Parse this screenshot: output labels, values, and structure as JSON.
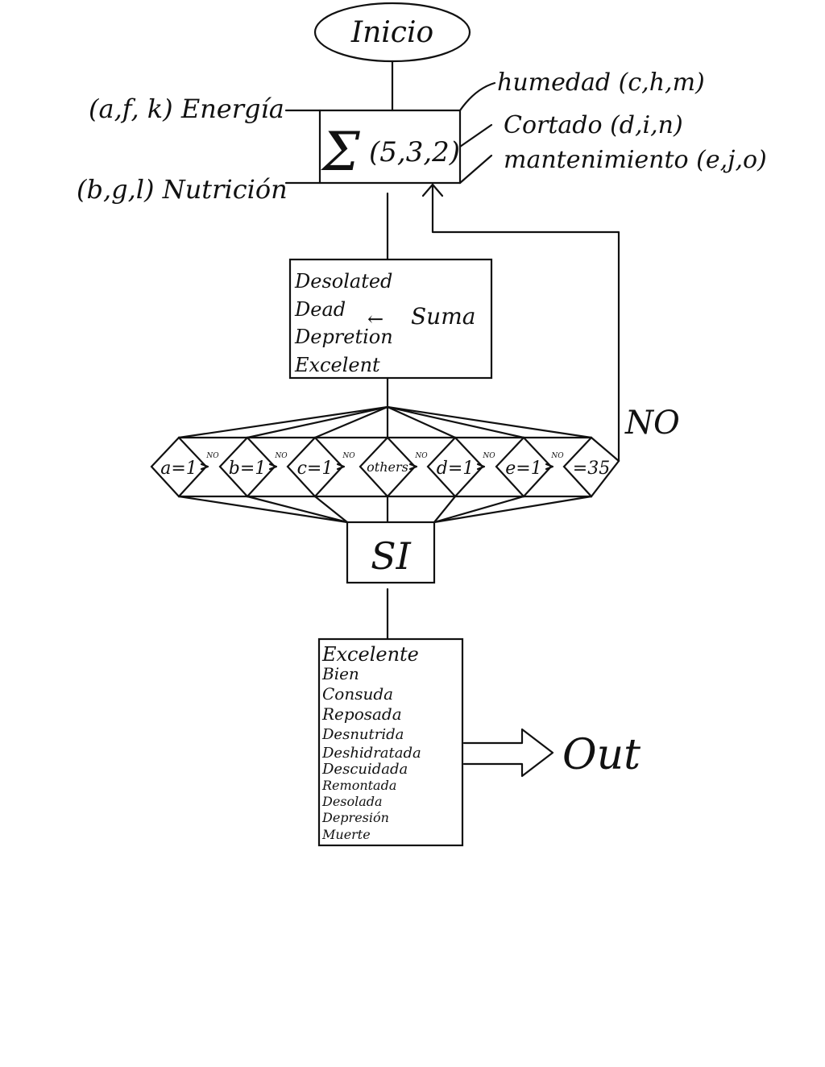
{
  "start": {
    "label": "Inicio"
  },
  "inputs": {
    "left": [
      {
        "label": "(a,f, k) Energía"
      },
      {
        "label": "(b,g,l) Nutrición"
      }
    ],
    "right": [
      {
        "label": "humedad (c,h,m)"
      },
      {
        "label": "Cortado (d,i,n)"
      },
      {
        "label": "mantenimiento (e,j,o)"
      }
    ]
  },
  "sum_box": {
    "sigma": "Σ",
    "label": "(5,3,2)"
  },
  "states_box": {
    "items": [
      "Desolated",
      "Dead",
      "Depretion",
      "Excelent"
    ],
    "note": "Suma",
    "arrow_glyph": "←"
  },
  "decisions": [
    {
      "label": "a=1"
    },
    {
      "label": "b=1"
    },
    {
      "label": "c=1"
    },
    {
      "label": "others"
    },
    {
      "label": "d=1"
    },
    {
      "label": "e=1"
    },
    {
      "label": "=35"
    }
  ],
  "edge_no_label": "NO",
  "loop_no_label": "NO",
  "yes_box": {
    "label": "SI"
  },
  "results_box": {
    "items": [
      "Excelente",
      "Bien",
      "Consuda",
      "Reposada",
      "Desnutrida",
      "Deshidratada",
      "Descuidada",
      "Remontada",
      "Desolada",
      "Depresión",
      "Muerte"
    ]
  },
  "output": {
    "label": "Out"
  },
  "colors": {
    "ink": "#111111",
    "background": "#ffffff"
  }
}
